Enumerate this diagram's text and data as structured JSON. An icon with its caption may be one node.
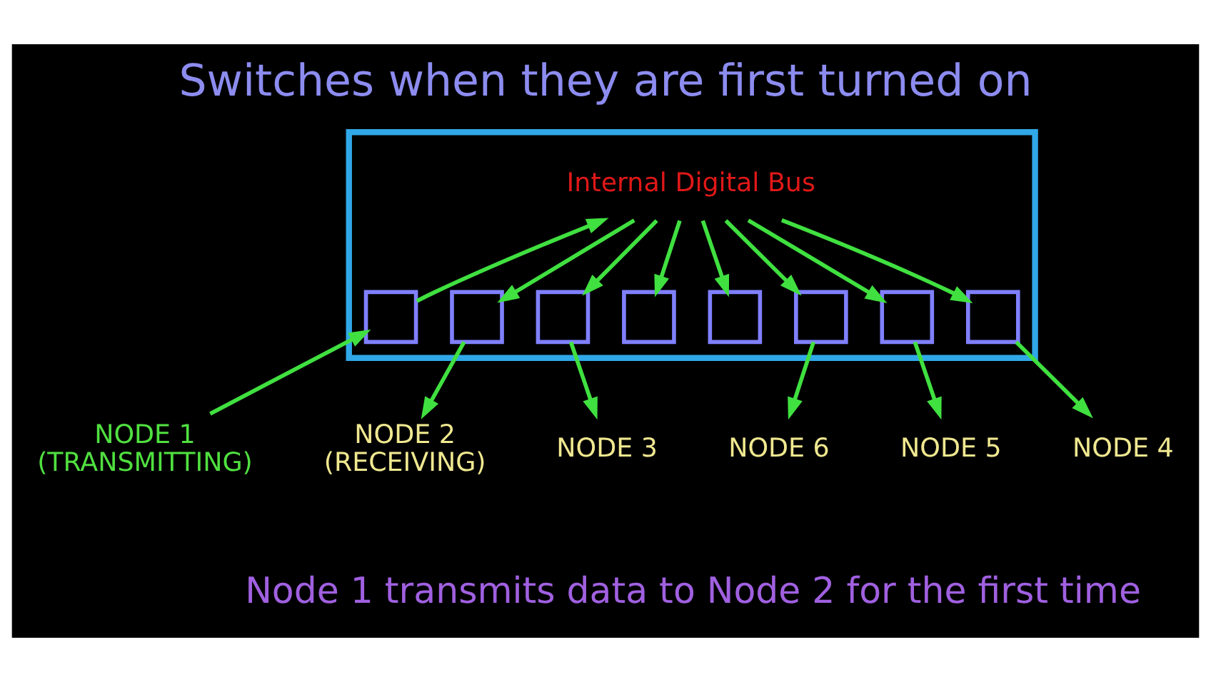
{
  "diagram": {
    "title": "Switches when they are first turned on",
    "caption": "Node 1 transmits data to Node 2 for the first time",
    "nodes": [
      {
        "text": [],
        "shape": "box"
      },
      {
        "text": [
          "Internal Digital Bus"
        ],
        "in": 0
      },
      {
        "text": [],
        "shape": "box",
        "in": 0
      },
      {
        "text": [],
        "shape": "box",
        "in": 0
      },
      {
        "text": [],
        "shape": "box",
        "in": 0
      },
      {
        "text": [],
        "shape": "box",
        "in": 0
      },
      {
        "text": [],
        "shape": "box",
        "in": 0
      },
      {
        "text": [],
        "shape": "box",
        "in": 0
      },
      {
        "text": [],
        "shape": "box",
        "in": 0
      },
      {
        "text": [],
        "shape": "box",
        "in": 0
      },
      {
        "text": [
          "NODE 1",
          "(TRANSMITTING)"
        ]
      },
      {
        "text": [
          "NODE 2",
          "(RECEIVING)"
        ]
      },
      {
        "text": [
          "NODE 3"
        ]
      },
      {
        "text": [
          "NODE 4"
        ]
      },
      {
        "text": [
          "NODE 5"
        ]
      },
      {
        "text": [
          "NODE 6"
        ]
      }
    ],
    "edges": [
      {
        "from": 2,
        "to": 1,
        "arrow": "to"
      },
      {
        "from": 1,
        "to": 3,
        "arrow": "to"
      },
      {
        "from": 1,
        "to": 4,
        "arrow": "to"
      },
      {
        "from": 1,
        "to": 5,
        "arrow": "to"
      },
      {
        "from": 1,
        "to": 6,
        "arrow": "to"
      },
      {
        "from": 1,
        "to": 7,
        "arrow": "to"
      },
      {
        "from": 1,
        "to": 8,
        "arrow": "to"
      },
      {
        "from": 1,
        "to": 9,
        "arrow": "to"
      },
      {
        "from": 10,
        "to": 2,
        "arrow": "to"
      },
      {
        "from": 3,
        "to": 11,
        "arrow": "to"
      },
      {
        "from": 4,
        "to": 12,
        "arrow": "to"
      },
      {
        "from": 7,
        "to": 15,
        "arrow": "to"
      },
      {
        "from": 8,
        "to": 14,
        "arrow": "to"
      },
      {
        "from": 9,
        "to": 13,
        "arrow": "to"
      }
    ]
  }
}
